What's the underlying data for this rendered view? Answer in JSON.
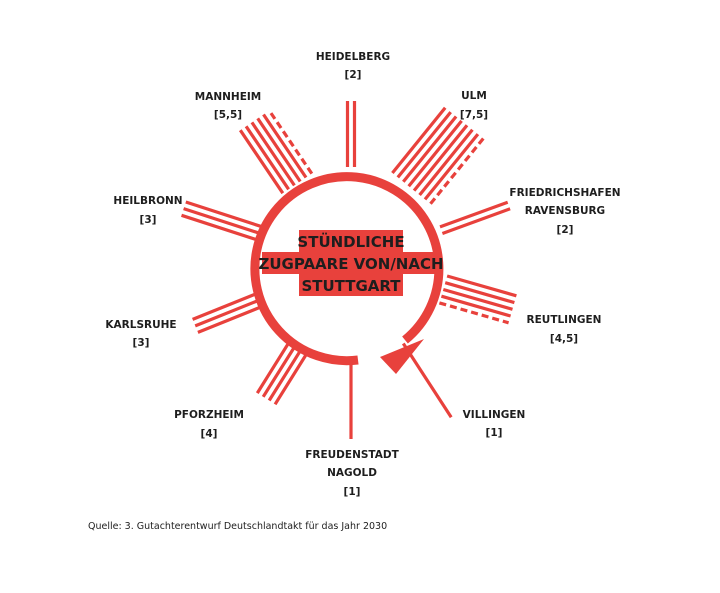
{
  "colors": {
    "accent": "#e8413c",
    "text": "#1e1e1e",
    "background": "#ffffff"
  },
  "center": {
    "lines": [
      "STÜNDLICHE",
      "ZUGPAARE VON/NACH",
      "STUTTGART"
    ]
  },
  "destinations": [
    {
      "id": "heidelberg",
      "names": [
        "HEIDELBERG"
      ],
      "count": "[2]",
      "solid": 2,
      "dashed": 0
    },
    {
      "id": "ulm",
      "names": [
        "ULM"
      ],
      "count": "[7,5]",
      "solid": 7,
      "dashed": 1
    },
    {
      "id": "friedrichshafen",
      "names": [
        "FRIEDRICHSHAFEN",
        "RAVENSBURG"
      ],
      "count": "[2]",
      "solid": 2,
      "dashed": 0
    },
    {
      "id": "reutlingen",
      "names": [
        "REUTLINGEN"
      ],
      "count": "[4,5]",
      "solid": 4,
      "dashed": 1
    },
    {
      "id": "villingen",
      "names": [
        "VILLINGEN"
      ],
      "count": "[1]",
      "solid": 1,
      "dashed": 0
    },
    {
      "id": "freudenstadt",
      "names": [
        "FREUDENSTADT",
        "NAGOLD"
      ],
      "count": "[1]",
      "solid": 1,
      "dashed": 0
    },
    {
      "id": "pforzheim",
      "names": [
        "PFORZHEIM"
      ],
      "count": "[4]",
      "solid": 4,
      "dashed": 0
    },
    {
      "id": "karlsruhe",
      "names": [
        "KARLSRUHE"
      ],
      "count": "[3]",
      "solid": 3,
      "dashed": 0
    },
    {
      "id": "heilbronn",
      "names": [
        "HEILBRONN"
      ],
      "count": "[3]",
      "solid": 3,
      "dashed": 0
    },
    {
      "id": "mannheim",
      "names": [
        "MANNHEIM"
      ],
      "count": "[5,5]",
      "solid": 5,
      "dashed": 1
    }
  ],
  "source": "Quelle: 3. Gutachterentwurf Deutschlandtakt für das Jahr 2030"
}
